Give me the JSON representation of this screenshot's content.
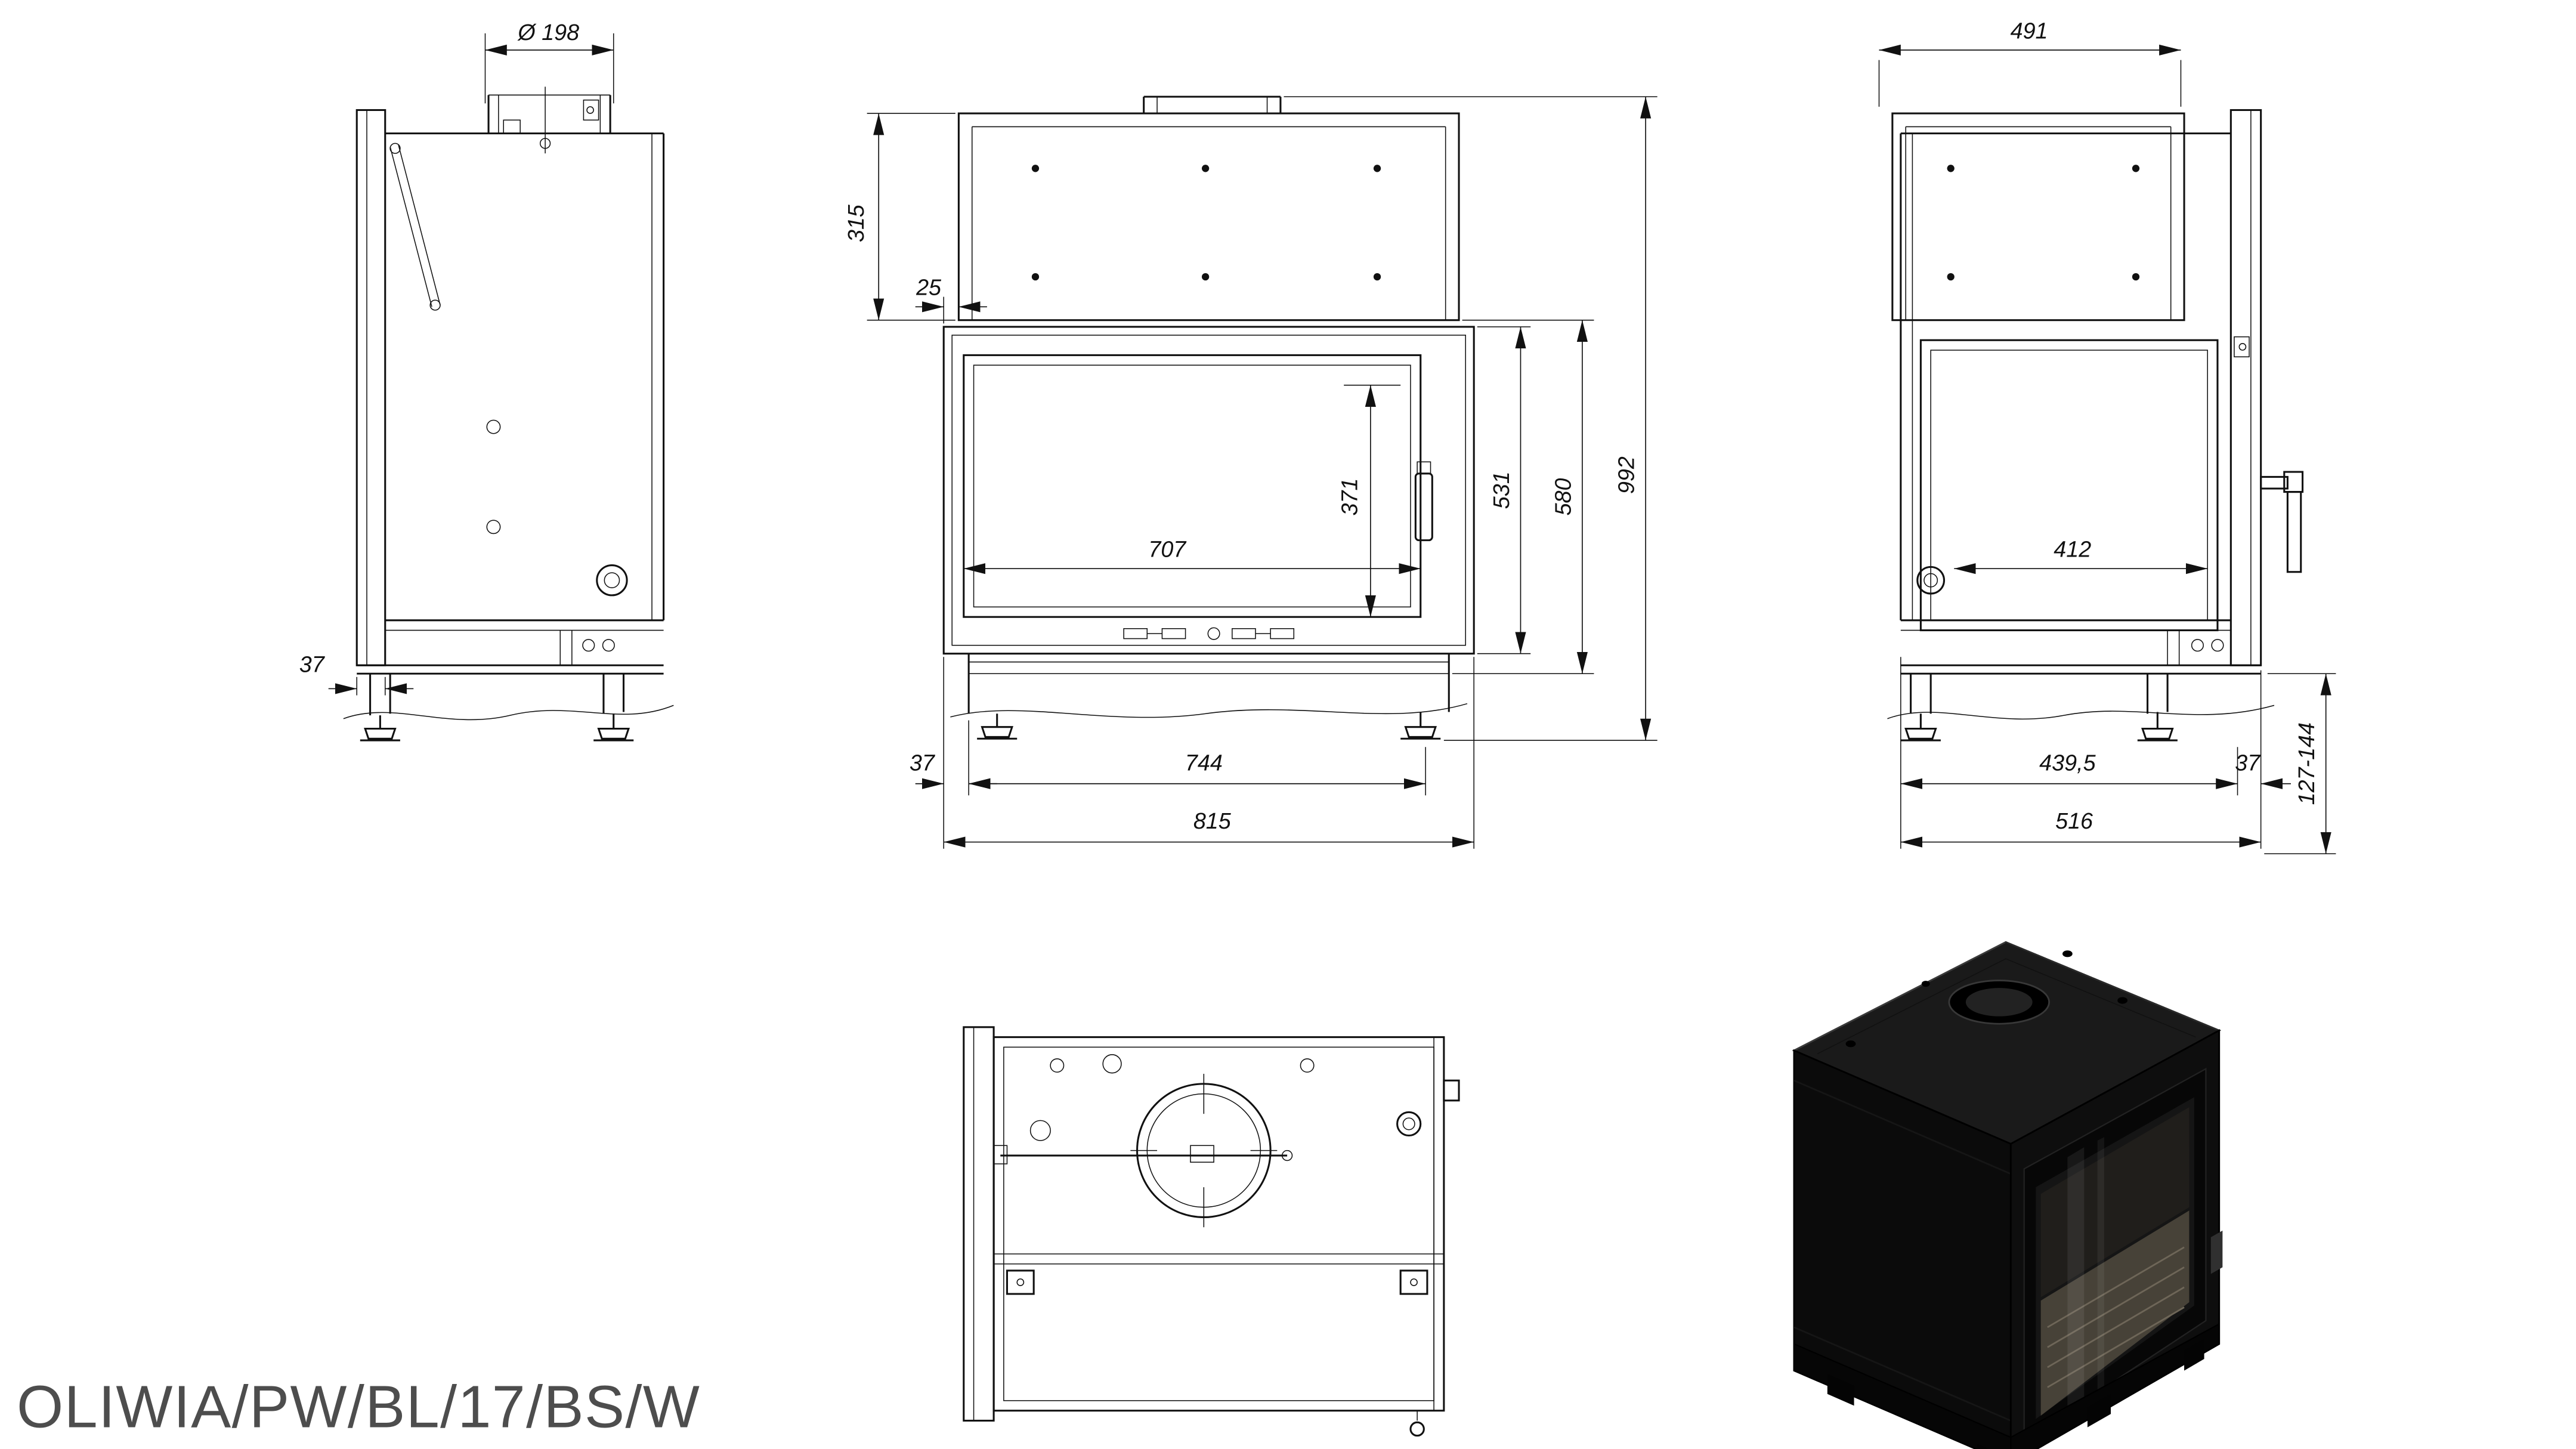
{
  "model_label": "OLIWIA/PW/BL/17/BS/W",
  "views": {
    "side_left": {
      "dims": {
        "flue_diameter": "Ø 198",
        "front_offset": "37"
      }
    },
    "front": {
      "dims": {
        "jacket_height": "315",
        "jacket_inset": "25",
        "glass_width": "707",
        "glass_height": "371",
        "door_height": "531",
        "body_height": "580",
        "total_height": "992",
        "frame_offset": "37",
        "body_width": "744",
        "total_width": "815"
      }
    },
    "side_right": {
      "dims": {
        "top_depth": "491",
        "glass_width": "412",
        "body_depth": "439,5",
        "frame_offset": "37",
        "total_depth": "516",
        "leg_height_range": "127-144"
      }
    }
  },
  "colors": {
    "background": "#ffffff",
    "line": "#111111",
    "label_text": "#4d4d4d",
    "render_body": "#0e0e0e"
  }
}
